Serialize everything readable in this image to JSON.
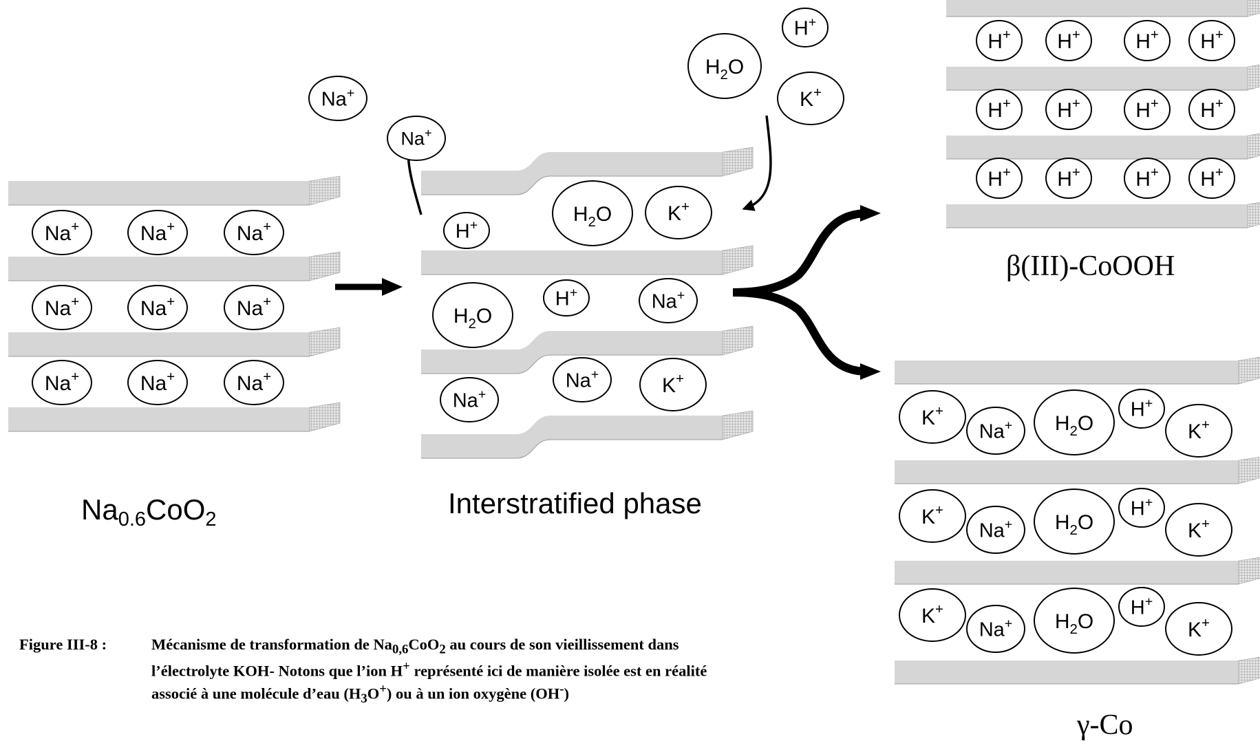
{
  "labels": {
    "left_phase": {
      "main": "Na",
      "sub": "0.6",
      "main2": "CoO",
      "sub2": "2"
    },
    "middle_phase": "Interstratified phase",
    "beta_phase": "β(III)-CoOOH",
    "gamma_phase": "γ-Co"
  },
  "ion_labels": {
    "na": {
      "base": "Na",
      "sup": "+"
    },
    "h": {
      "base": "H",
      "sup": "+"
    },
    "k": {
      "base": "K",
      "sup": "+"
    },
    "h2o": {
      "a": "H",
      "b": "2",
      "c": "O"
    }
  },
  "caption": {
    "label": "Figure III-8 :",
    "line1": [
      "Mécanisme de transformation de Na",
      "0,6",
      "CoO",
      "2",
      " au cours de son vieillissement dans"
    ],
    "line2": [
      "l’électrolyte KOH- Notons que l’ion H",
      "+",
      " représenté ici de manière isolée est en réalité"
    ],
    "line3": [
      "associé à une molécule d’eau (H",
      "3",
      "O",
      "+",
      ") ou à un ion oxygène (OH",
      "-",
      ")"
    ]
  },
  "colors": {
    "layer": "#d6d6d6",
    "layer_edge": "#9a9a9a",
    "ink": "#000000"
  }
}
